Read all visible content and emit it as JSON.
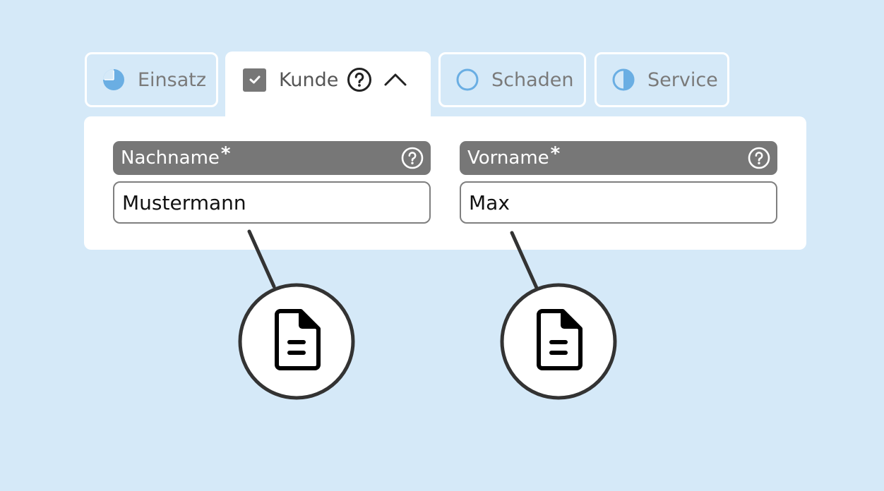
{
  "tabs": [
    {
      "label": "Einsatz",
      "icon": "pie-three-quarter-icon",
      "state": "inactive"
    },
    {
      "label": "Kunde",
      "icon": "checkbox-checked-icon",
      "state": "active",
      "help_icon": "help-circle-icon",
      "toggle_icon": "chevron-up-icon"
    },
    {
      "label": "Schaden",
      "icon": "circle-empty-icon",
      "state": "inactive"
    },
    {
      "label": "Service",
      "icon": "circle-half-icon",
      "state": "inactive"
    }
  ],
  "fields": [
    {
      "label": "Nachname",
      "required_mark": "*",
      "value": "Mustermann",
      "help_icon": "help-circle-icon",
      "annotation_icon": "document-text-icon"
    },
    {
      "label": "Vorname",
      "required_mark": "*",
      "value": "Max",
      "help_icon": "help-circle-icon",
      "annotation_icon": "document-text-icon"
    }
  ],
  "colors": {
    "background": "#d5e9f8",
    "accent_blue": "#6aaee3",
    "label_bar": "#777777",
    "tab_text": "#7a7a7a",
    "callout_stroke": "#333333"
  }
}
